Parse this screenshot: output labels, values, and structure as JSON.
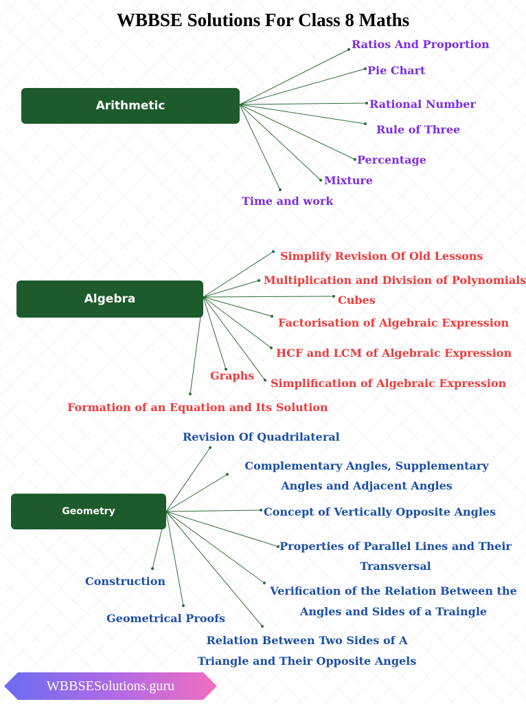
{
  "title": "WBBSE Solutions For Class 8 Maths",
  "branches": {
    "arithmetic": {
      "label": "Arithmetic",
      "color": "#7c2ee6",
      "items": [
        "Ratios And Proportion",
        "Pie Chart",
        "Rational Number",
        "Rule of Three",
        "Percentage",
        "Mixture",
        "Time and work"
      ]
    },
    "algebra": {
      "label": "Algebra",
      "color": "#f03a3a",
      "items": [
        "Simplify Revision Of Old Lessons",
        "Multiplication and Division of Polynomials",
        "Cubes",
        "Factorisation of Algebraic Expression",
        "HCF and LCM of Algebraic Expression",
        "Simplification of Algebraic Expression",
        "Graphs",
        "Formation of an Equation and Its Solution"
      ]
    },
    "geometry": {
      "label": "Geometry",
      "color": "#1c4fa8",
      "items": [
        "Revision Of Quadrilateral",
        "Complementary Angles, Supplementary",
        "Angles and Adjacent Angles",
        "Concept of Vertically Opposite Angles",
        "Properties of Parallel Lines and Their",
        "Transversal",
        "Verification of the Relation Between the",
        "Angles and Sides of a Traingle",
        "Construction",
        "Geometrical Proofs",
        "Relation Between Two Sides of A",
        "Triangle and Their Opposite Angels"
      ]
    }
  },
  "node_color": "#1d5a2c",
  "line_color": "#2f6b3a",
  "footer": {
    "text": "WBBSESolutions.guru"
  }
}
